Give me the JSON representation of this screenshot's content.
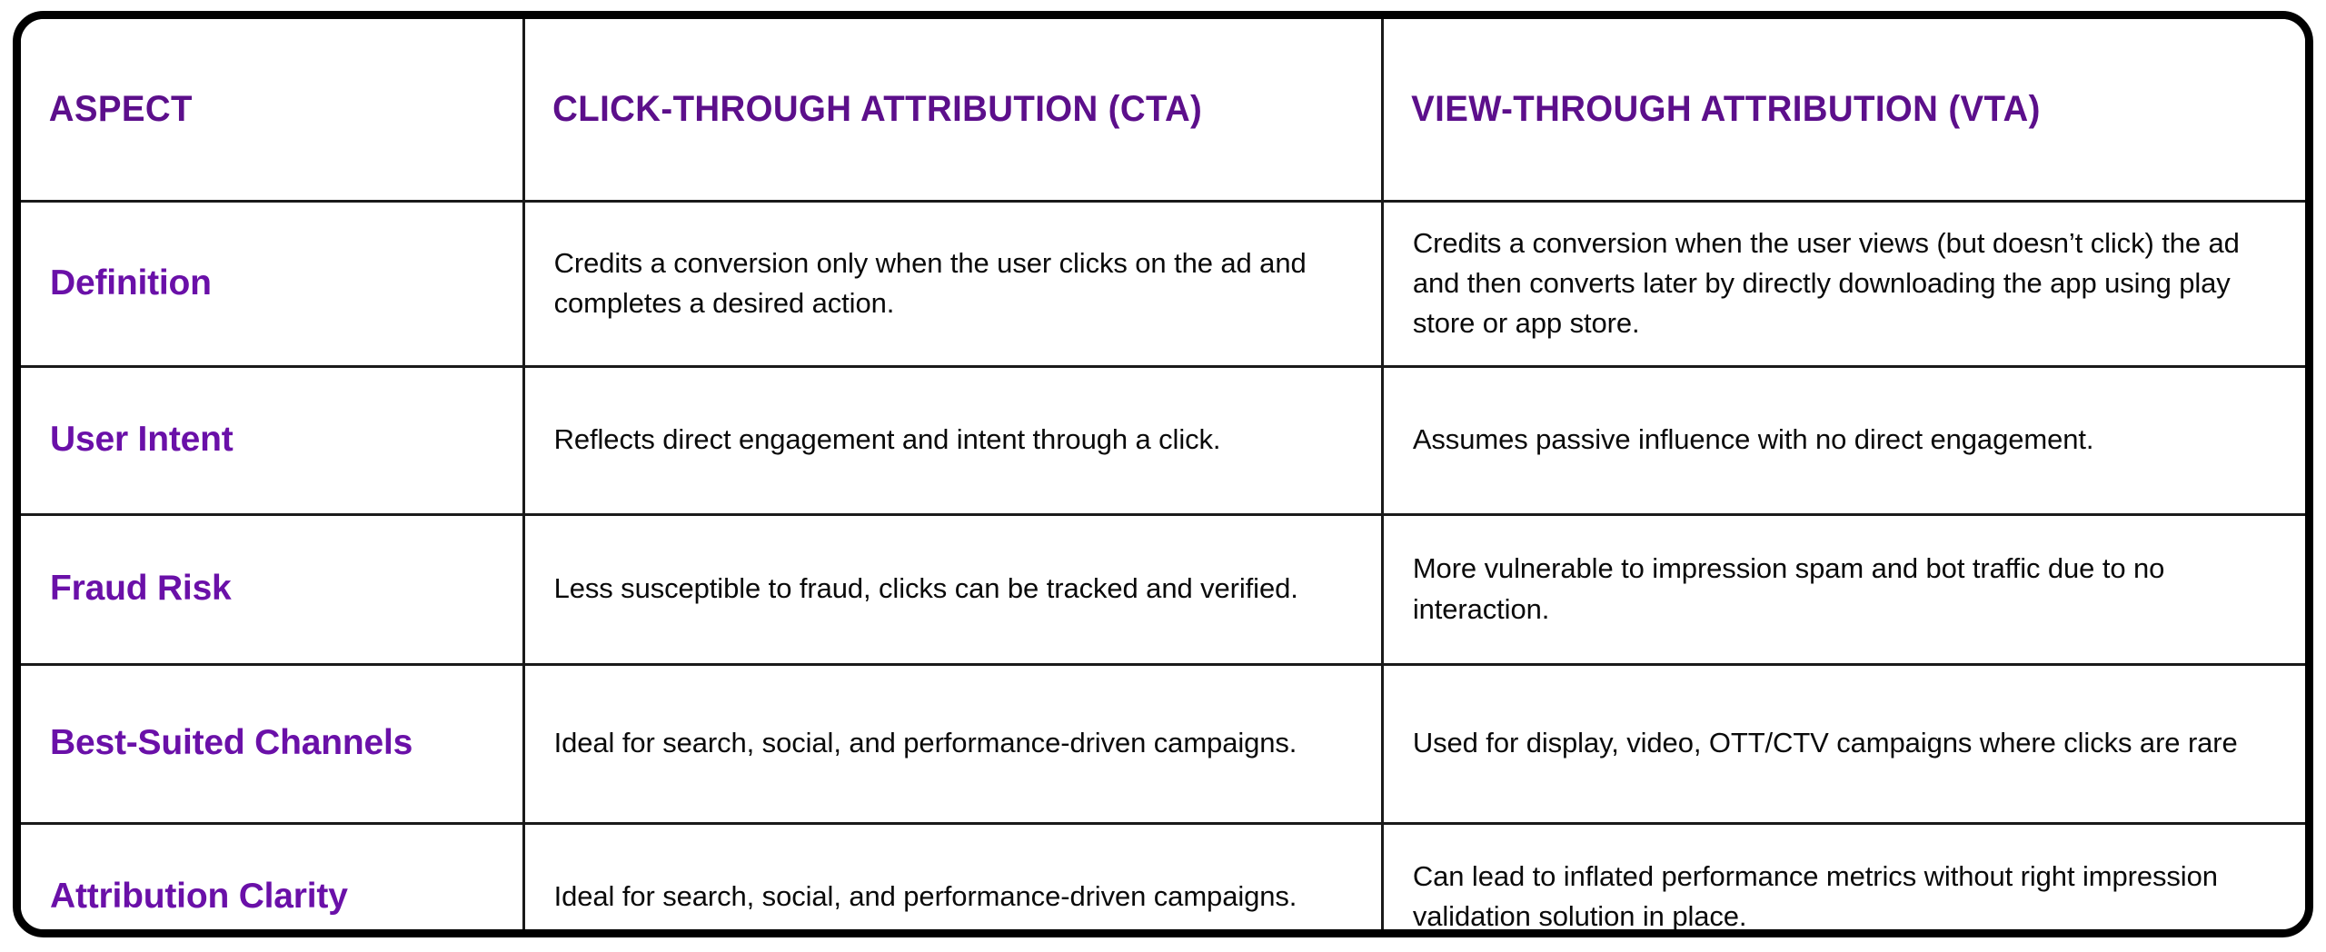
{
  "table": {
    "accent_purple_header": "#5C0F8B",
    "accent_purple_label": "#6A10A8",
    "border_color": "#000000",
    "body_text_color": "#0a0a0a",
    "background": "#ffffff",
    "columns": [
      {
        "key": "aspect",
        "label": "ASPECT"
      },
      {
        "key": "cta",
        "label": "CLICK-THROUGH ATTRIBUTION (CTA)"
      },
      {
        "key": "vta",
        "label": "VIEW-THROUGH ATTRIBUTION (VTA)"
      }
    ],
    "rows": [
      {
        "aspect": "Definition",
        "cta": "Credits a conversion only when the user clicks on the ad and completes a desired action.",
        "vta": "Credits a conversion when the user views (but doesn’t click) the ad and then converts later by directly downloading the app using play store or app store."
      },
      {
        "aspect": "User Intent",
        "cta": "Reflects direct engagement and intent through a click.",
        "vta": "Assumes passive influence with no direct engagement."
      },
      {
        "aspect": "Fraud Risk",
        "cta": "Less susceptible to fraud, clicks can be tracked and verified.",
        "vta": "More vulnerable to impression spam and bot traffic due to no interaction."
      },
      {
        "aspect": "Best-Suited Channels",
        "cta": "Ideal for search, social, and performance-driven campaigns.",
        "vta": "Used for display, video, OTT/CTV campaigns where clicks are rare"
      },
      {
        "aspect": "Attribution Clarity",
        "cta": "Ideal for search, social, and performance-driven campaigns.",
        "vta": "Can lead to inflated performance metrics without right impression validation solution in place."
      }
    ]
  }
}
